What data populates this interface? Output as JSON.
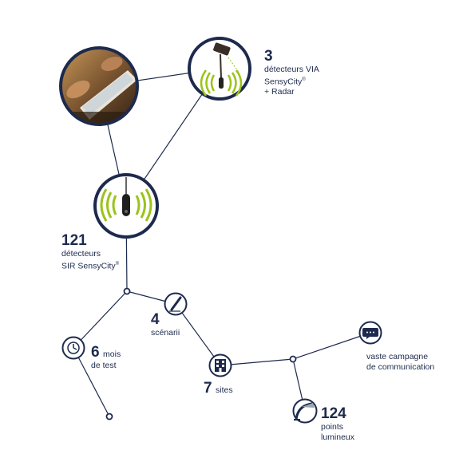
{
  "colors": {
    "navy": "#1d2a4d",
    "green": "#9bc31a",
    "photo_brown": "#6b4a2a"
  },
  "stats": {
    "via": {
      "number": "3",
      "line1": "détecteurs VIA",
      "line2": "SensyCity",
      "line2_mark": "®",
      "line3": "+ Radar"
    },
    "sir": {
      "number": "121",
      "line1": "détecteurs",
      "line2": "SIR SensyCity",
      "line2_mark": "®"
    },
    "scenarii": {
      "number": "4",
      "line1": "scénarii"
    },
    "months": {
      "number": "6",
      "suffix": "mois",
      "line2": "de test"
    },
    "sites": {
      "number": "7",
      "suffix": "sites"
    },
    "campaign": {
      "line1": "vaste campagne",
      "line2": "de communication"
    },
    "points": {
      "number": "124",
      "line1": "points",
      "line2": "lumineux"
    }
  },
  "icons": {
    "photo": "tablet-hands-photo",
    "camera": "camera-detector-icon",
    "sensor": "sensor-waves-icon",
    "pen": "pen-icon",
    "clock": "clock-icon",
    "building": "building-icon",
    "chat": "chat-bubble-icon",
    "lamp": "street-lamp-icon"
  }
}
